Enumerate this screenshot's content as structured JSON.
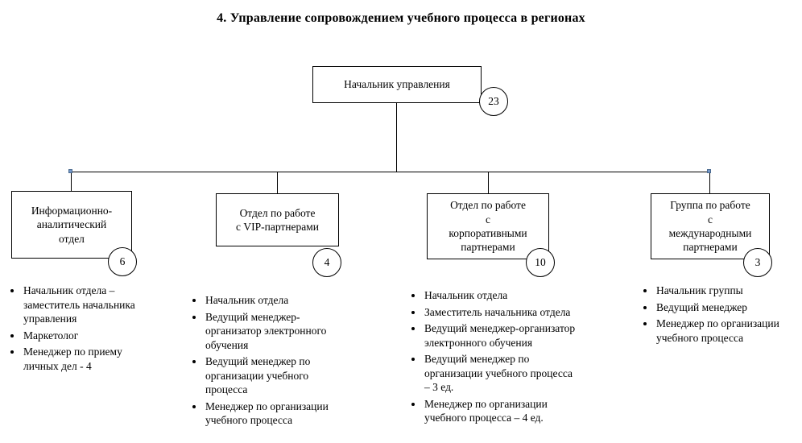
{
  "title": "4. Управление сопровождением учебного процесса в регионах",
  "root": {
    "label": "Начальник управления",
    "count": "23"
  },
  "connector_handle_color": "#7396c8",
  "departments": [
    {
      "label": "Информационно-\nаналитический\nотдел",
      "count": "6",
      "staff": [
        "Начальник отдела – заместитель начальника управления",
        "Маркетолог",
        "Менеджер по приему личных дел - 4"
      ]
    },
    {
      "label": "Отдел по работе\nс VIP-партнерами",
      "count": "4",
      "staff": [
        "Начальник отдела",
        "Ведущий менеджер-организатор электронного обучения",
        "Ведущий менеджер по организации учебного процесса",
        "Менеджер по организации учебного процесса"
      ]
    },
    {
      "label": "Отдел по работе\nс\nкорпоративными\nпартнерами",
      "count": "10",
      "staff": [
        "Начальник отдела",
        "Заместитель начальника отдела",
        "Ведущий менеджер-организатор электронного обучения",
        "Ведущий менеджер по организации учебного процесса – 3 ед.",
        "Менеджер по организации учебного процесса – 4 ед."
      ]
    },
    {
      "label": "Группа по работе\nс\nмеждународными\nпартнерами",
      "count": "3",
      "staff": [
        "Начальник группы",
        "Ведущий менеджер",
        "Менеджер по организации учебного процесса"
      ]
    }
  ]
}
